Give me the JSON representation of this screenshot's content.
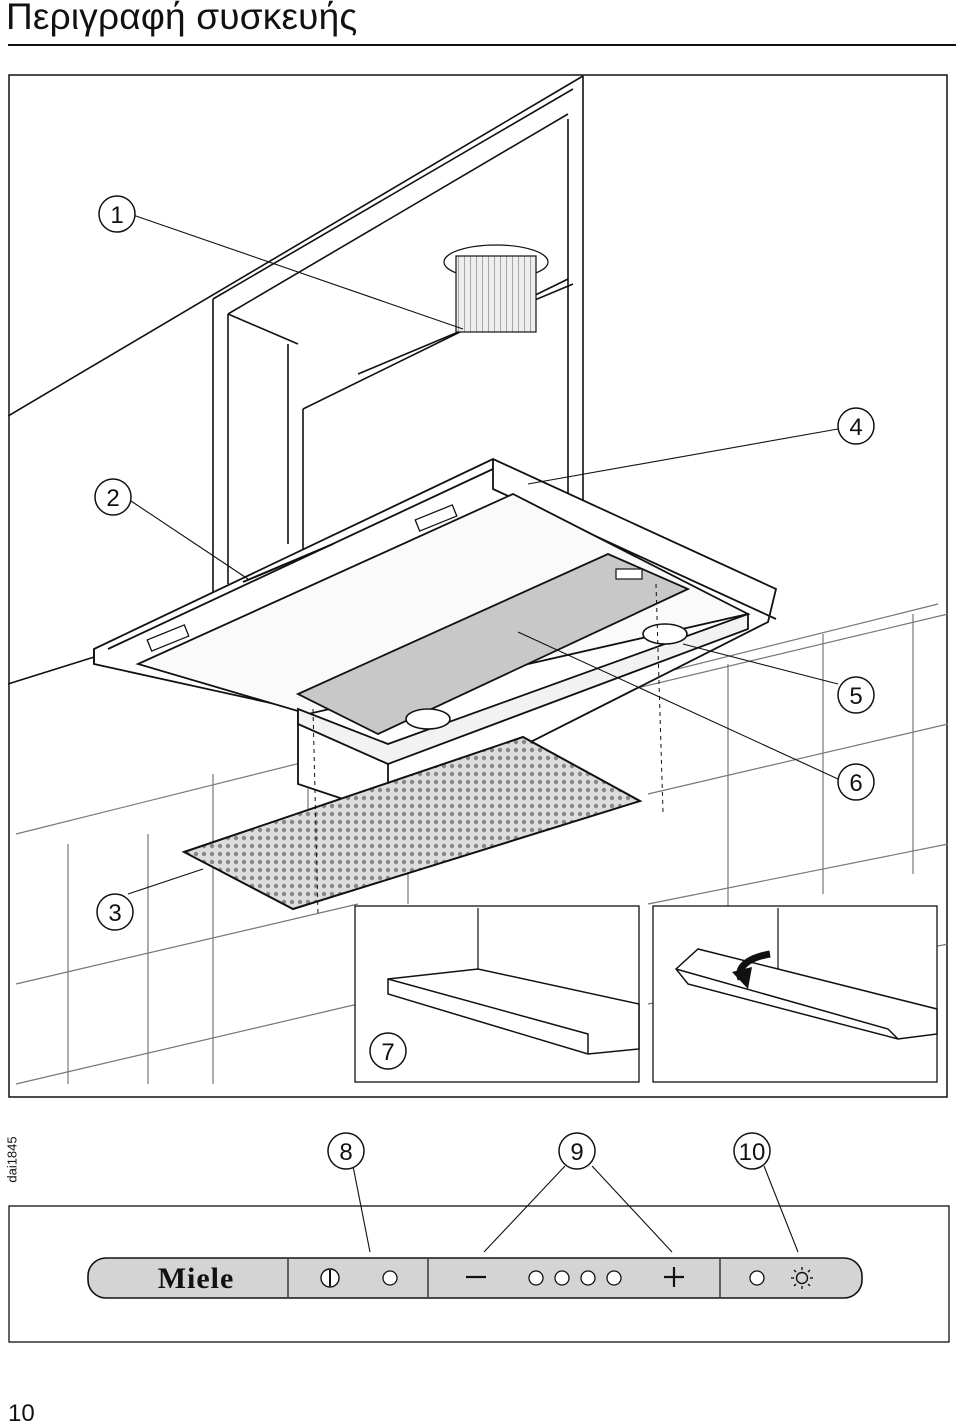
{
  "header": {
    "title": "Περιγραφή συσκευής"
  },
  "callouts": [
    "1",
    "2",
    "3",
    "4",
    "5",
    "6",
    "7",
    "8",
    "9",
    "10"
  ],
  "side_code": "dai1845",
  "panel": {
    "brand": "Miele"
  },
  "page_number": "10"
}
